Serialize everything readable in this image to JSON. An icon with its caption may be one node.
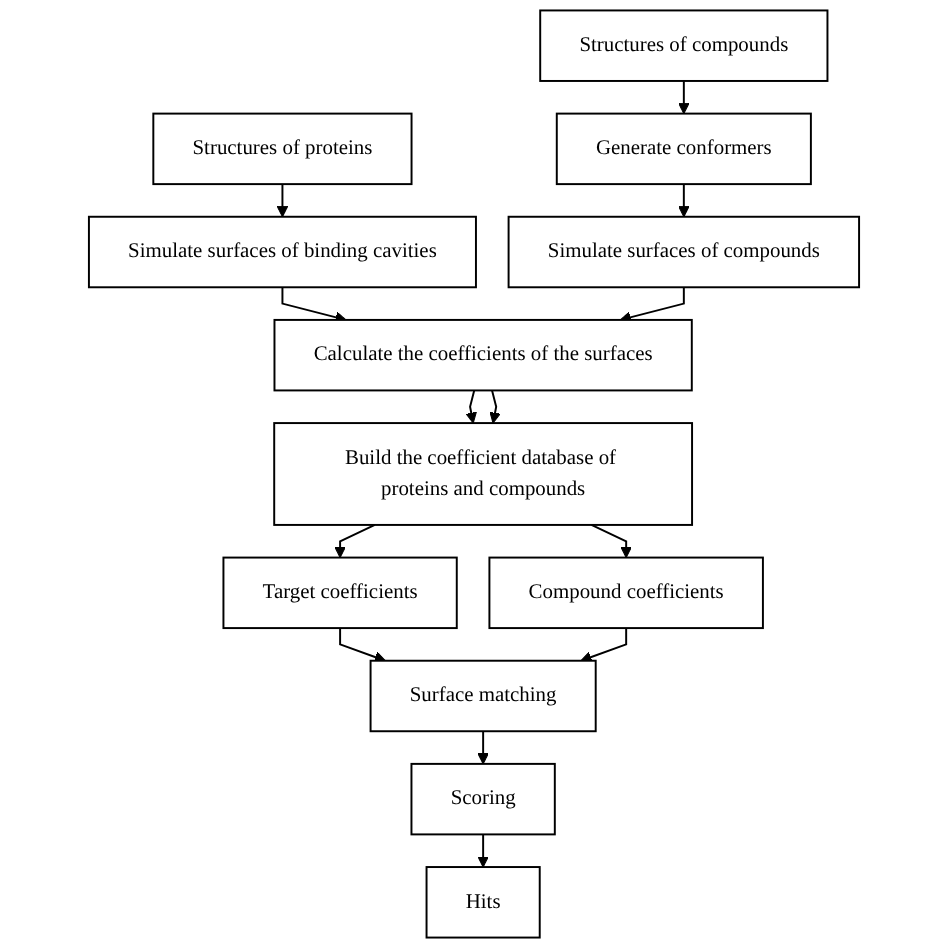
{
  "diagram": {
    "nodes": [
      {
        "text": [
          "Structures of proteins"
        ]
      },
      {
        "text": [
          "Structures of compounds"
        ]
      },
      {
        "text": [
          "Generate conformers"
        ]
      },
      {
        "text": [
          "Simulate surfaces of binding cavities"
        ]
      },
      {
        "text": [
          "Simulate surfaces of compounds"
        ]
      },
      {
        "text": [
          "Calculate the coefficients of the surfaces"
        ]
      },
      {
        "text": [
          "Build the coefficient database of proteins and compounds"
        ]
      },
      {
        "text": [
          "Target coefficients"
        ]
      },
      {
        "text": [
          "Compound coefficients"
        ]
      },
      {
        "text": [
          "Surface matching"
        ]
      },
      {
        "text": [
          "Scoring"
        ]
      },
      {
        "text": [
          "Hits"
        ]
      }
    ],
    "edges": [
      {
        "from": 0,
        "to": 3,
        "arrow": "to"
      },
      {
        "from": 1,
        "to": 2,
        "arrow": "to"
      },
      {
        "from": 2,
        "to": 4,
        "arrow": "to"
      },
      {
        "from": 3,
        "to": 5,
        "arrow": "to"
      },
      {
        "from": 4,
        "to": 5,
        "arrow": "to"
      },
      {
        "from": 5,
        "to": 6,
        "arrow": "to"
      },
      {
        "from": 5,
        "to": 6,
        "arrow": "to"
      },
      {
        "from": 6,
        "to": 7,
        "arrow": "to"
      },
      {
        "from": 6,
        "to": 8,
        "arrow": "to"
      },
      {
        "from": 7,
        "to": 9,
        "arrow": "to"
      },
      {
        "from": 8,
        "to": 9,
        "arrow": "to"
      },
      {
        "from": 9,
        "to": 10,
        "arrow": "to"
      },
      {
        "from": 10,
        "to": 11,
        "arrow": "to"
      }
    ]
  }
}
